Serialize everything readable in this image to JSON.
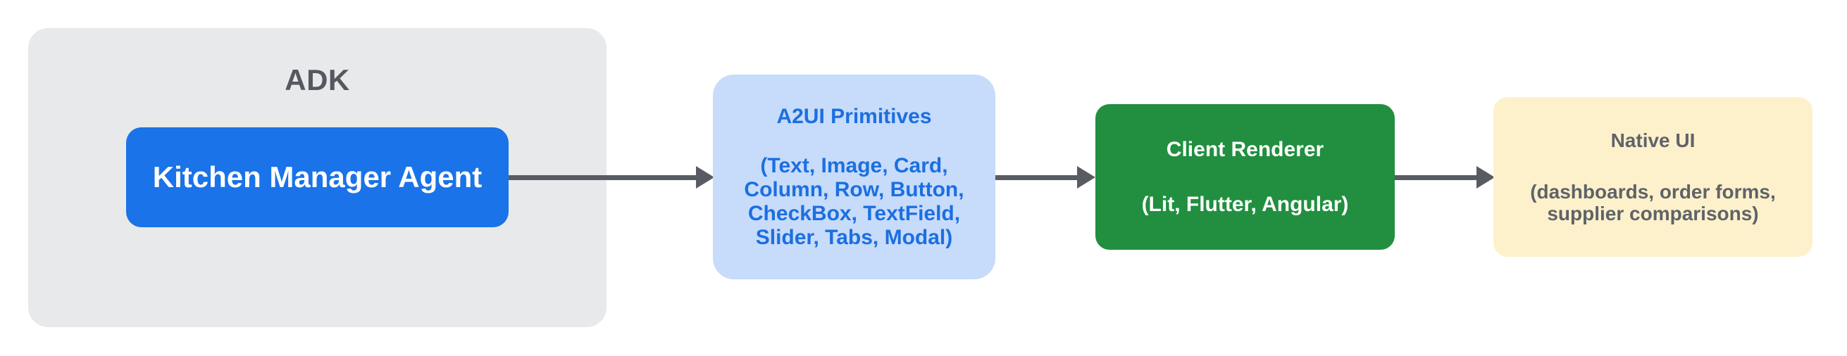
{
  "diagram": {
    "container": {
      "label": "ADK"
    },
    "nodes": {
      "kitchen": {
        "title": "Kitchen Manager Agent"
      },
      "a2ui": {
        "title": "A2UI Primitives",
        "body": "(Text, Image, Card,\nColumn, Row, Button,\nCheckBox, TextField,\nSlider, Tabs, Modal)"
      },
      "renderer": {
        "title": "Client Renderer",
        "body": "(Lit, Flutter, Angular)"
      },
      "native": {
        "title": "Native UI",
        "body": "(dashboards, order forms,\nsupplier comparisons)"
      }
    },
    "colors": {
      "container_bg": "#e8e9eb",
      "container_label": "#55585e",
      "agent_box_bg": "#1a73e8",
      "agent_box_text": "#ffffff",
      "primitives_box_bg": "#c7dbfa",
      "primitives_box_text": "#1b6fe0",
      "renderer_box_bg": "#218f3f",
      "renderer_box_text": "#ffffff",
      "native_box_bg": "#fdf1cc",
      "native_box_text": "#5f6368",
      "arrow": "#585c62"
    }
  }
}
